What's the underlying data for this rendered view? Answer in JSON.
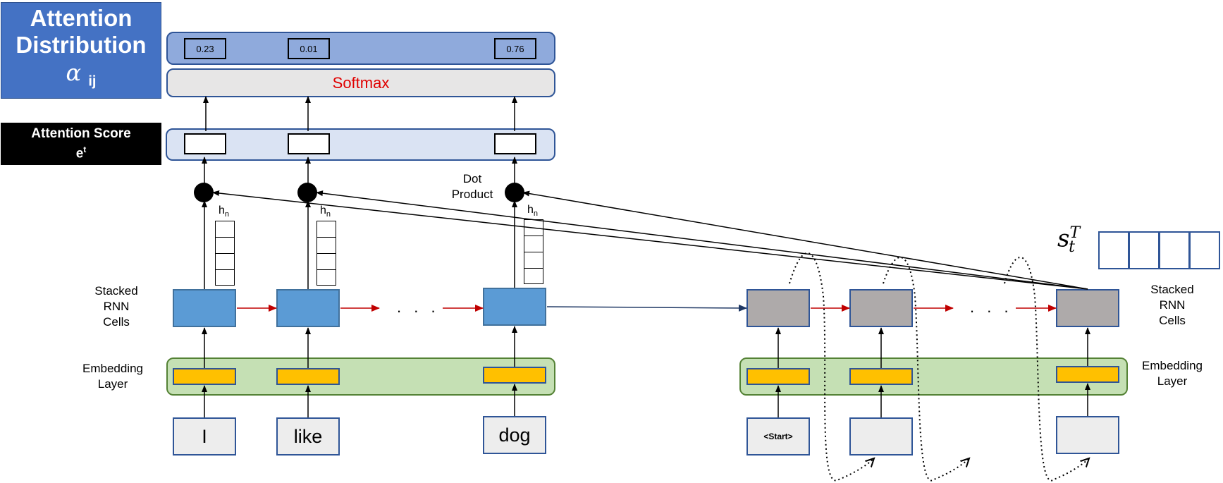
{
  "title": {
    "line1": "Attention",
    "line2": "Distribution",
    "alpha": "α",
    "alpha_sub": "ij"
  },
  "attention_score": {
    "label": "Attention Score",
    "e": "e",
    "e_sup": "t"
  },
  "distribution_values": [
    "0.23",
    "0.01",
    "0.76"
  ],
  "softmax_label": "Softmax",
  "dot_product_label": {
    "line1": "Dot",
    "line2": "Product"
  },
  "hidden_label": {
    "h": "h",
    "sub": "n"
  },
  "encoder": {
    "rnn_label": {
      "line1": "Stacked",
      "line2": "RNN",
      "line3": "Cells"
    },
    "embedding_label": {
      "line1": "Embedding",
      "line2": "Layer"
    },
    "words": [
      "I",
      "like",
      "dog"
    ],
    "ellipsis": ". . ."
  },
  "decoder": {
    "rnn_label": {
      "line1": "Stacked",
      "line2": "RNN",
      "line3": "Cells"
    },
    "embedding_label": {
      "line1": "Embedding",
      "line2": "Layer"
    },
    "inputs": [
      "<Start>",
      "",
      ""
    ],
    "ellipsis": ". . ."
  },
  "state_label": {
    "s": "s",
    "sup": "T",
    "sub": "t"
  },
  "colors": {
    "title_fill": "#4472c4",
    "distribution_bar": "#8faadc",
    "softmax_text": "#e00000",
    "score_bar": "#dae3f3",
    "encoder_rnn": "#5b9bd5",
    "decoder_rnn": "#aeaaaa",
    "embedding_bar": "#c5e0b4",
    "embedding_cell": "#ffc000",
    "recurrent_arrow": "#c00000"
  }
}
